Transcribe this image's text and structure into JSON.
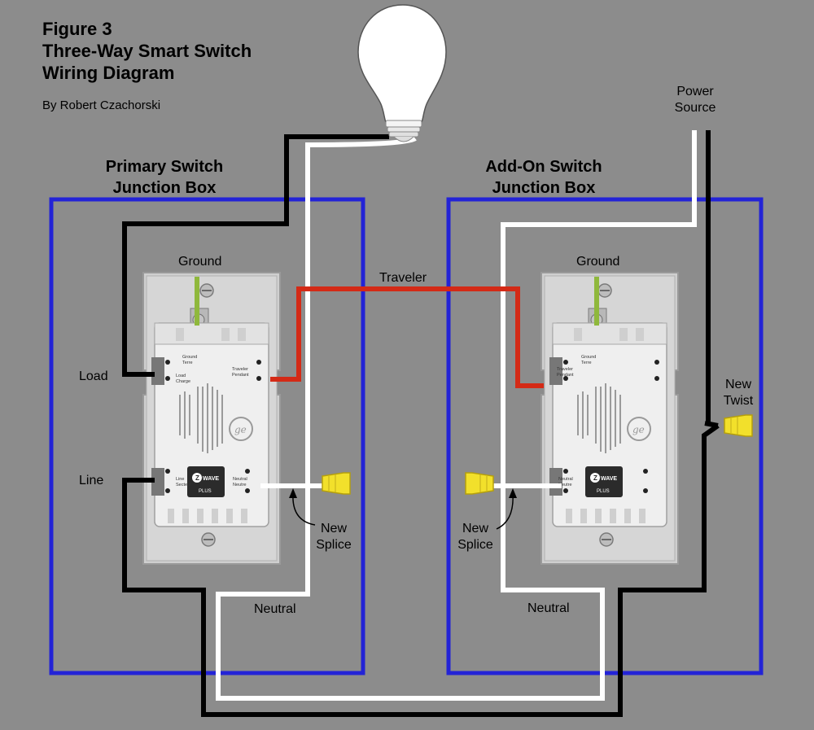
{
  "figure": {
    "title_line1": "Figure 3",
    "title_line2": "Three-Way Smart Switch",
    "title_line3": "Wiring Diagram",
    "author": "By Robert Czachorski"
  },
  "boxes": {
    "primary_line1": "Primary Switch",
    "primary_line2": "Junction Box",
    "addon_line1": "Add-On Switch",
    "addon_line2": "Junction Box"
  },
  "labels": {
    "power_line1": "Power",
    "power_line2": "Source",
    "ground_primary": "Ground",
    "ground_addon": "Ground",
    "traveler": "Traveler",
    "load": "Load",
    "line": "Line",
    "new_twist_line1": "New",
    "new_twist_line2": "Twist",
    "new_splice_primary_line1": "New",
    "new_splice_primary_line2": "Splice",
    "new_splice_addon_line1": "New",
    "new_splice_addon_line2": "Splice",
    "neutral_primary": "Neutral",
    "neutral_addon": "Neutral"
  },
  "device_text": {
    "ground": "Ground",
    "terre": "Terre",
    "load": "Load",
    "charge": "Charge",
    "traveler": "Traveler",
    "pendant": "Pendant",
    "line": "Line",
    "secteur": "Secteur",
    "neutral": "Neutral",
    "neutre": "Neutre",
    "zwave": "Z-WAVE",
    "plus": "PLUS"
  },
  "colors": {
    "background": "#8c8c8c",
    "junction_box": "#2323d6",
    "hot_wire": "#000000",
    "neutral_wire": "#ffffff",
    "traveler_wire": "#d42a16",
    "wire_nut": "#f2e02b",
    "ground_wire": "#8fb83c"
  },
  "icons": {
    "bulb": "light-bulb-icon",
    "wire_nut": "wire-nut-icon",
    "ge_logo": "ge-logo-icon",
    "zwave_logo": "zwave-logo-icon"
  }
}
